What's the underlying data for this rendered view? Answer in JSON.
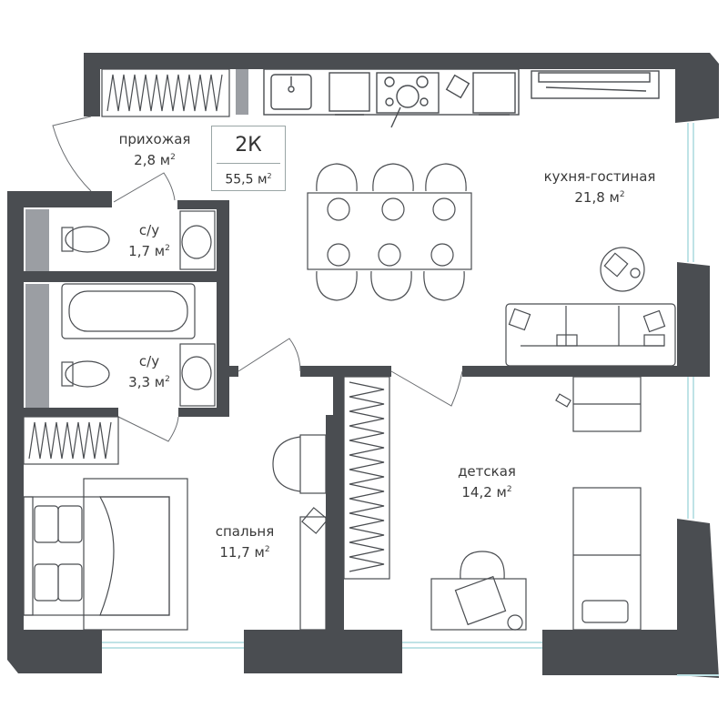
{
  "apartment": {
    "type": "2К",
    "total_area": "55,5 м",
    "area_unit_power": "2"
  },
  "rooms": [
    {
      "id": "hall",
      "name": "прихожая",
      "area": "2,8 м",
      "power": "2"
    },
    {
      "id": "kitchen",
      "name": "кухня-гостиная",
      "area": "21,8 м",
      "power": "2"
    },
    {
      "id": "wc1",
      "name": "с/у",
      "area": "1,7 м",
      "power": "2"
    },
    {
      "id": "wc2",
      "name": "с/у",
      "area": "3,3 м",
      "power": "2"
    },
    {
      "id": "kids",
      "name": "детская",
      "area": "14,2 м",
      "power": "2"
    },
    {
      "id": "bedroom",
      "name": "спальня",
      "area": "11,7 м",
      "power": "2"
    }
  ],
  "colors": {
    "wall": "#4a4d51",
    "furniture_stroke": "#4a4d51",
    "glass": "#bfe3e6",
    "gray_panel": "#9b9ea3",
    "text": "#3a3a3a"
  }
}
